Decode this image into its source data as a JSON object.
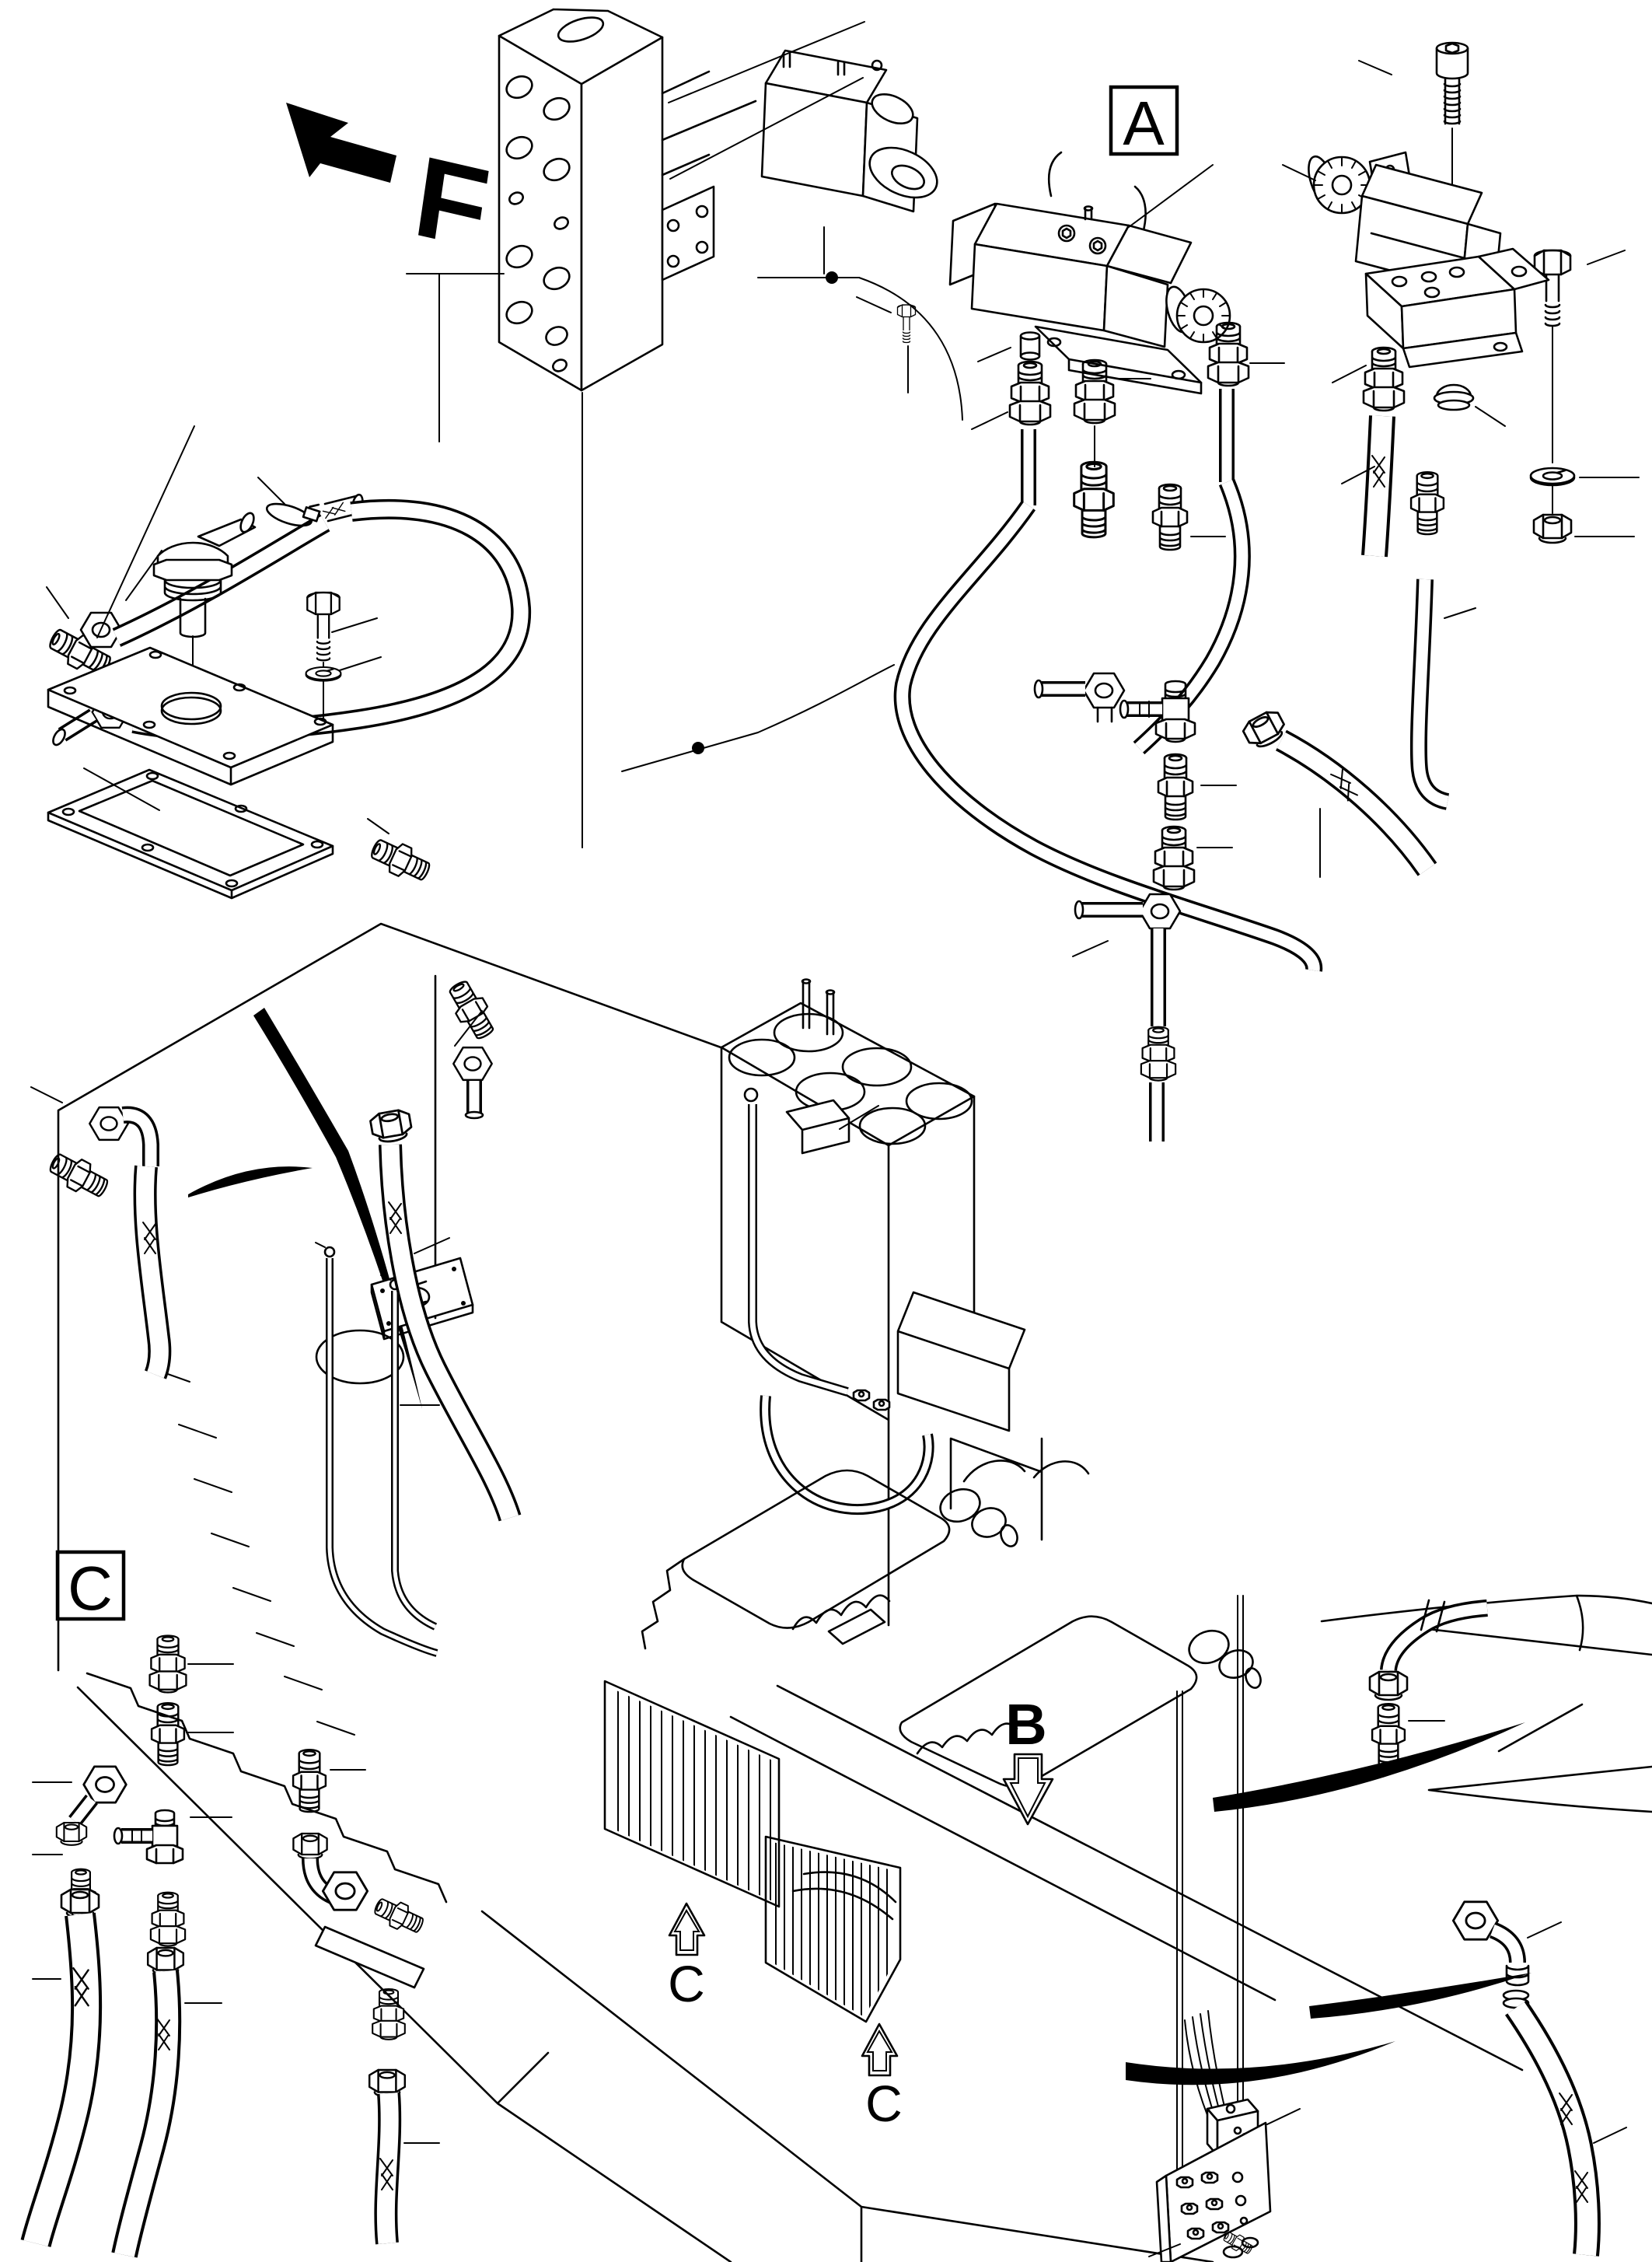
{
  "colors": {
    "background": "#ffffff",
    "line": "#000000"
  },
  "markers": {
    "view_f": {
      "label": "F",
      "type": "view-direction-arrow"
    },
    "detail_a": {
      "label": "A",
      "type": "boxed-detail-callout"
    },
    "detail_b": {
      "label": "B",
      "type": "arrow-callout-down"
    },
    "detail_c_box": {
      "label": "C",
      "type": "boxed-detail-callout"
    },
    "detail_c_arrow_left": {
      "label": "C",
      "type": "arrow-callout-up"
    },
    "detail_c_arrow_right": {
      "label": "C",
      "type": "arrow-callout-up"
    }
  },
  "components": [
    "hydraulic-manifold-block",
    "pressure-switch",
    "solenoid-valve-assembly",
    "solenoid-relief-valve-assembly",
    "socket-head-screw",
    "hex-bolt",
    "plain-washer",
    "hex-nut",
    "plug-cap",
    "breather-cap",
    "cover-plate",
    "gasket",
    "hose-clamp",
    "straight-fitting",
    "barb-nipple-fitting",
    "elbow-fitting",
    "tee-fitting",
    "braided-hose",
    "hydraulic-tank",
    "engine",
    "step-frame",
    "grille-panel",
    "sensor-bracket",
    "junction-box",
    "fitting-mount-plate",
    "routing-arrow"
  ]
}
